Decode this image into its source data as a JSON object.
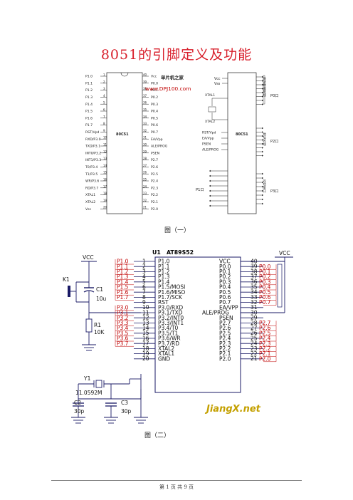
{
  "document": {
    "title": "8051的引脚定义及功能",
    "figure1_caption": "图（一）",
    "figure2_caption": "图（二）",
    "footer": "第 1 页 共 9 页"
  },
  "figure1": {
    "chip_label": "80C51",
    "right_chip_label": "80C51",
    "watermark_cn": "单片机之家",
    "watermark_url": "www.DPJ100.com",
    "left_labels": [
      "P1.0",
      "P1.1",
      "P1.2",
      "P1.3",
      "P1.4",
      "P1.5",
      "P1.6",
      "P1.7",
      "RST/Vpd",
      "RXD/P3.0",
      "TXD/P3.1",
      "INT0/P3.2",
      "INT1/P3.3",
      "T0/P3.4",
      "T1/P3.5",
      "WR/P3.6",
      "RD/P3.7",
      "XTAL1",
      "XTAL2",
      "Vss"
    ],
    "left_nums": [
      "1",
      "2",
      "3",
      "4",
      "5",
      "6",
      "7",
      "8",
      "9",
      "10",
      "11",
      "12",
      "13",
      "14",
      "15",
      "16",
      "17",
      "18",
      "19",
      "20"
    ],
    "right_nums": [
      "40",
      "39",
      "38",
      "37",
      "36",
      "35",
      "34",
      "33",
      "32",
      "31",
      "30",
      "29",
      "28",
      "27",
      "26",
      "25",
      "24",
      "23",
      "22",
      "21"
    ],
    "right_labels": [
      "Vcc",
      "P0.0",
      "P0.1",
      "P0.2",
      "P0.3",
      "P0.4",
      "P0.5",
      "P0.6",
      "P0.7",
      "EA/Vpp",
      "ALE/PROG",
      "PSEN",
      "P2.7",
      "P2.6",
      "P2.5",
      "P2.4",
      "P2.3",
      "P2.2",
      "P2.1",
      "P2.0"
    ],
    "right_top_labels": [
      "Vcc",
      "Vss"
    ],
    "xtal_labels": [
      "XTAL1",
      "XTAL2"
    ],
    "ctrl_labels": [
      "RST/Vpd",
      "EA/Vpp",
      "PSEN",
      "ALE/PROG"
    ],
    "port_labels": [
      "P0口",
      "P2口",
      "P1口",
      "P3口"
    ],
    "side_text_p0": "地址数据总线",
    "side_text_p2": "地址总线",
    "side_text_p3": "双功能口"
  },
  "figure2": {
    "vcc_left": "VCC",
    "vcc_right": "VCC",
    "k1": "K1",
    "c1": "C1",
    "c1_val": "10u",
    "r1": "R1",
    "r1_val": "10K",
    "y1": "Y1",
    "y1_val": "11.0592M",
    "c2": "C2",
    "c2_val": "30p",
    "c3": "C3",
    "c3_val": "30p",
    "u1": "U1",
    "chip": "AT89S52",
    "left_nets": [
      "P1.0",
      "P1.1",
      "P1.2",
      "P1.3",
      "P1.4",
      "P1.5",
      "P1.6",
      "P1.7",
      "",
      "P3.0",
      "P3.1",
      "P3.2",
      "P3.3",
      "P3.4",
      "P3.5",
      "P3.6",
      "P3.7"
    ],
    "left_nums": [
      "1",
      "2",
      "3",
      "4",
      "5",
      "6",
      "7",
      "8",
      "9",
      "10",
      "11",
      "12",
      "13",
      "14",
      "15",
      "16",
      "17",
      "18",
      "19",
      "20"
    ],
    "inner_left": [
      "P1.0",
      "P1.1",
      "P1.2",
      "P1.3",
      "P1.4",
      "P1.5/MOSI",
      "P1.6/MISO",
      "P1.7/SCK",
      "RST",
      "P3.0/RXD",
      "P3.1/TXD",
      "P3.2/INT0",
      "P3.3/INT1",
      "P3.4/T0",
      "P3.5/T1",
      "P3.6/WR",
      "P3.7/RD",
      "XTAL2",
      "XTAL1",
      "GND"
    ],
    "inner_right": [
      "VCC",
      "P0.0",
      "P0.1",
      "P0.2",
      "P0.3",
      "P0.4",
      "P0.5",
      "P0.6",
      "P0.7",
      "EA/VPP",
      "ALE/PROG",
      "PSEN",
      "P2.7",
      "P2.6",
      "P2.5",
      "P2.4",
      "P2.3",
      "P2.2",
      "P2.1",
      "P2.0"
    ],
    "right_nums": [
      "40",
      "39",
      "38",
      "37",
      "36",
      "35",
      "34",
      "33",
      "32",
      "31",
      "30",
      "29",
      "28",
      "27",
      "26",
      "25",
      "24",
      "23",
      "22",
      "21"
    ],
    "right_nets": [
      "",
      "P0.0",
      "P0.1",
      "P0.2",
      "P0.3",
      "P0.4",
      "P0.5",
      "P0.6",
      "P0.7",
      "",
      "",
      "",
      "P2.7",
      "P2.6",
      "P2.5",
      "P2.4",
      "P2.3",
      "P2.2",
      "P2.1",
      "P2.0"
    ],
    "watermark": "JiangX.net"
  }
}
